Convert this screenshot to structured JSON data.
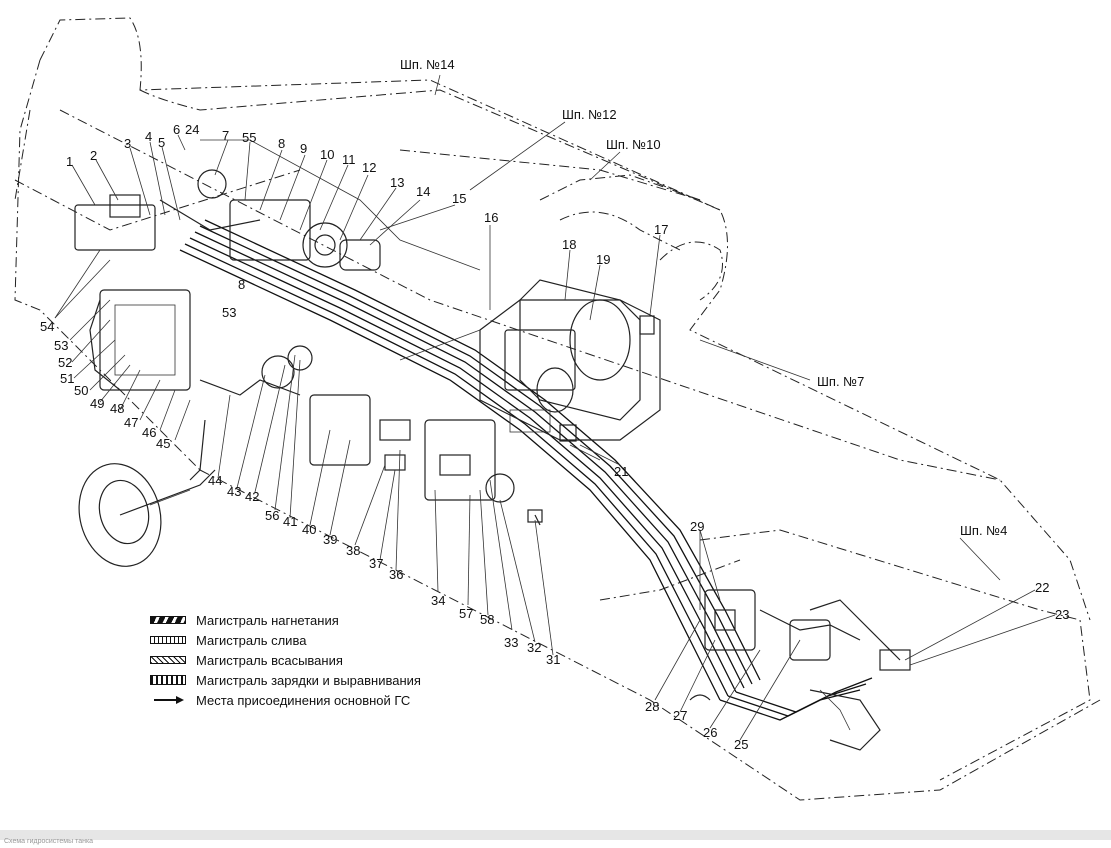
{
  "stations": [
    {
      "label": "Шп. №14"
    },
    {
      "label": "Шп. №12"
    },
    {
      "label": "Шп. №10"
    },
    {
      "label": "Шп. №7"
    },
    {
      "label": "Шп. №4"
    }
  ],
  "callouts": [
    "1",
    "2",
    "3",
    "4",
    "5",
    "6",
    "24",
    "7",
    "55",
    "8",
    "9",
    "10",
    "11",
    "12",
    "13",
    "14",
    "15",
    "16",
    "17",
    "18",
    "19",
    "8",
    "53",
    "54",
    "53",
    "52",
    "51",
    "50",
    "49",
    "48",
    "47",
    "46",
    "45",
    "44",
    "43",
    "42",
    "56",
    "41",
    "40",
    "39",
    "38",
    "37",
    "36",
    "34",
    "57",
    "58",
    "33",
    "32",
    "31",
    "21",
    "29",
    "22",
    "23",
    "28",
    "27",
    "26",
    "25"
  ],
  "legend": [
    {
      "label": "Магистраль нагнетания"
    },
    {
      "label": "Магистраль слива"
    },
    {
      "label": "Магистраль всасывания"
    },
    {
      "label": "Магистраль зарядки и выравнивания"
    },
    {
      "label": "Места присоединения основной ГС"
    }
  ],
  "footer_text": "Схема гидросистемы танка"
}
